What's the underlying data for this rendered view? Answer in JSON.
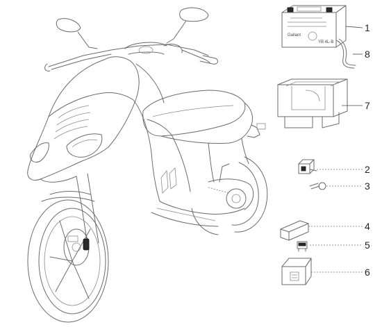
{
  "callouts": [
    "1",
    "8",
    "7",
    "2",
    "3",
    "4",
    "5",
    "6"
  ],
  "battery_label": {
    "line1": "Gallant",
    "line2": "YB 4L-B"
  }
}
